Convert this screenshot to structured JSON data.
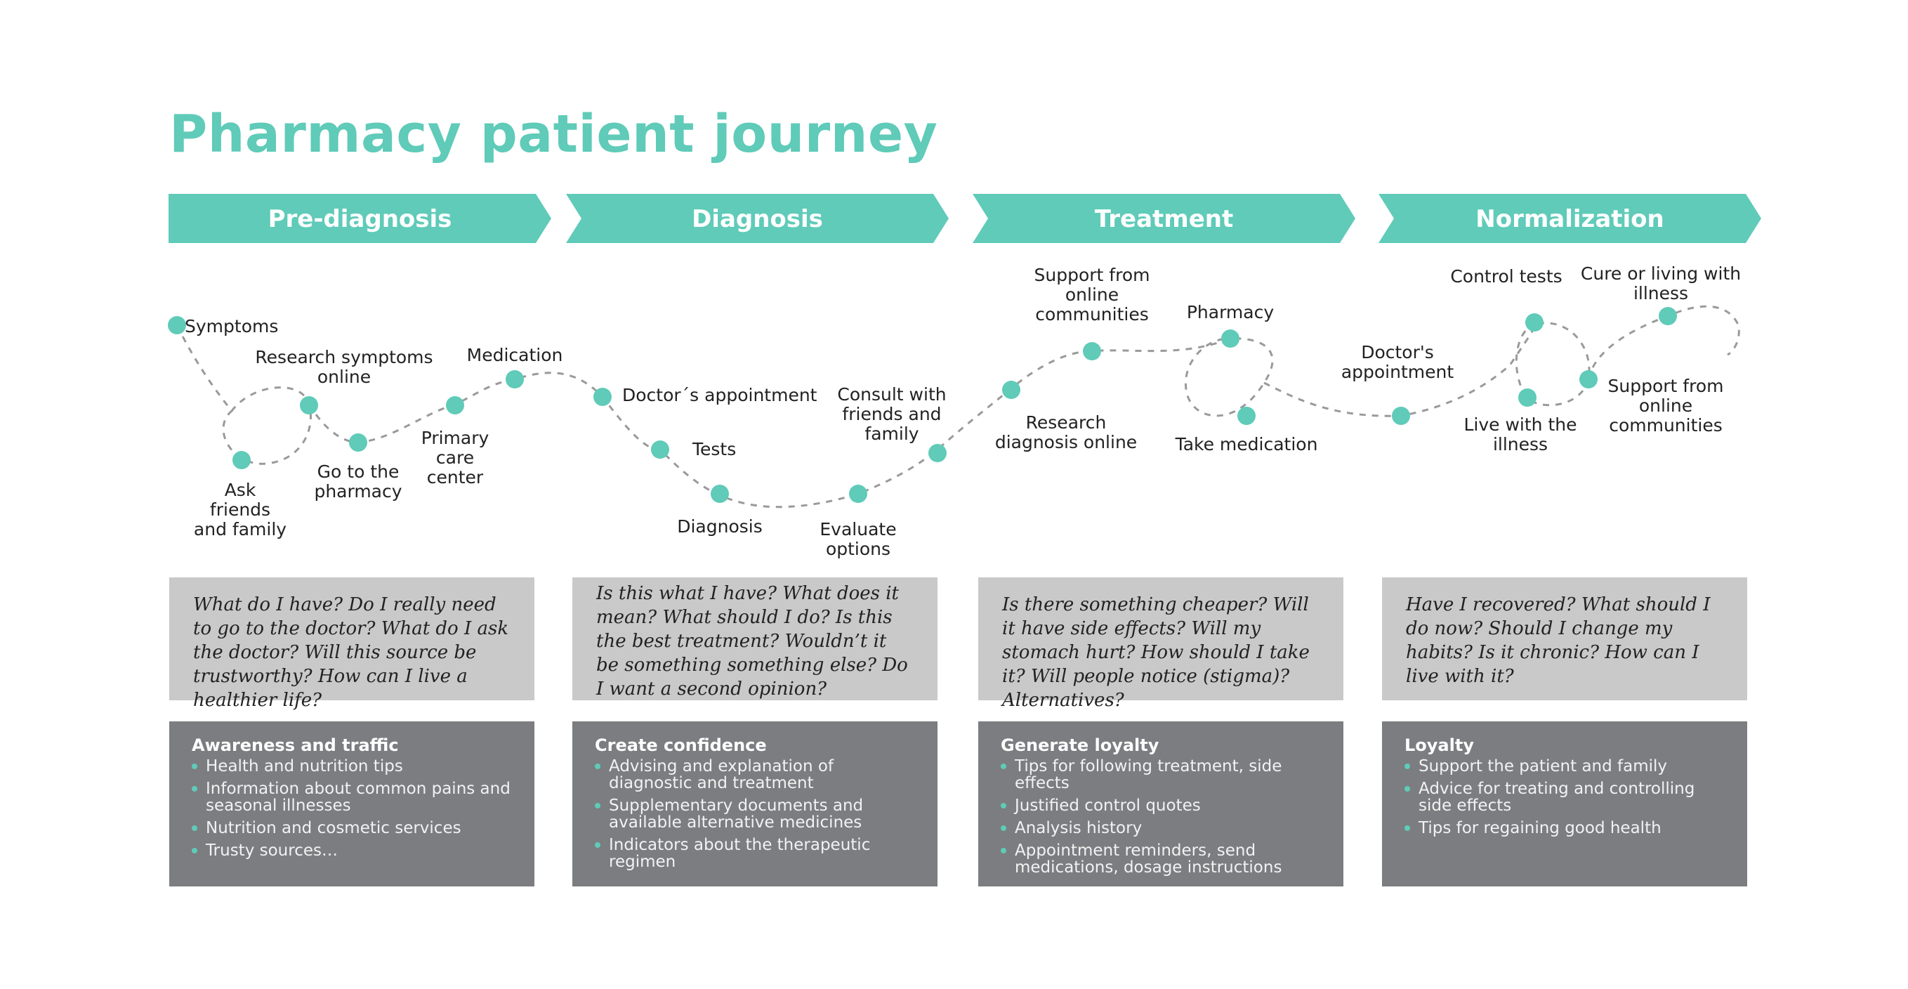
{
  "title": "Pharmacy patient journey",
  "colors": {
    "accent": "#5fcbb8",
    "question_box": "#c9c9c9",
    "goal_box": "#7b7d80"
  },
  "phases": [
    {
      "name": "Pre-diagnosis",
      "steps": [
        {
          "label": [
            "Symptoms"
          ]
        },
        {
          "label": [
            "Research symptoms",
            "online"
          ]
        },
        {
          "label": [
            "Ask",
            "friends",
            "and family"
          ]
        },
        {
          "label": [
            "Go to the",
            "pharmacy"
          ]
        },
        {
          "label": [
            "Primary",
            "care",
            "center"
          ]
        },
        {
          "label": [
            "Medication"
          ]
        }
      ],
      "questions": "What do I have? Do I really need to go to the doctor? What do I ask the doctor? Will this source be trustworthy? How can I live a healthier life?",
      "goal_title": "Awareness and traffic",
      "goal_items": [
        "Health and nutrition tips",
        "Information about common pains and seasonal illnesses",
        "Nutrition and cosmetic services",
        "Trusty sources…"
      ]
    },
    {
      "name": "Diagnosis",
      "steps": [
        {
          "label": [
            "Doctor´s appointment"
          ]
        },
        {
          "label": [
            "Tests"
          ]
        },
        {
          "label": [
            "Diagnosis"
          ]
        },
        {
          "label": [
            "Evaluate",
            "options"
          ]
        },
        {
          "label": [
            "Consult with",
            "friends and",
            "family"
          ]
        }
      ],
      "questions": "Is this what I have? What does it mean? What should I do? Is this the best treatment? Wouldn’t it be something something else? Do I want a second opinion?",
      "goal_title": "Create confidence",
      "goal_items": [
        "Advising and explanation of diagnostic and treatment",
        "Supplementary documents and available alternative medicines",
        "Indicators about the therapeutic regimen"
      ]
    },
    {
      "name": "Treatment",
      "steps": [
        {
          "label": [
            "Research",
            "diagnosis online"
          ]
        },
        {
          "label": [
            "Support from",
            "online",
            "communities"
          ]
        },
        {
          "label": [
            "Pharmacy"
          ]
        },
        {
          "label": [
            "Take medication"
          ]
        }
      ],
      "questions": "Is there something cheaper? Will it have side effects? Will my stomach hurt? How should I take it?  Will people notice (stigma)? Alternatives?",
      "goal_title": "Generate loyalty",
      "goal_items": [
        "Tips for following treatment, side effects",
        "Justified control quotes",
        "Analysis history",
        "Appointment reminders, send medications, dosage instructions"
      ]
    },
    {
      "name": "Normalization",
      "steps": [
        {
          "label": [
            "Doctor's",
            "appointment"
          ]
        },
        {
          "label": [
            "Control tests"
          ]
        },
        {
          "label": [
            "Live with the",
            "illness"
          ]
        },
        {
          "label": [
            "Support from",
            "online",
            "communities"
          ]
        },
        {
          "label": [
            "Cure or living with",
            "illness"
          ]
        }
      ],
      "questions": "Have I recovered? What should I do now? Should I change my habits? Is it chronic? How can I live with it?",
      "goal_title": "Loyalty",
      "goal_items": [
        "Support the patient and family",
        "Advice for treating and controlling side effects",
        "Tips for regaining good health"
      ]
    }
  ]
}
